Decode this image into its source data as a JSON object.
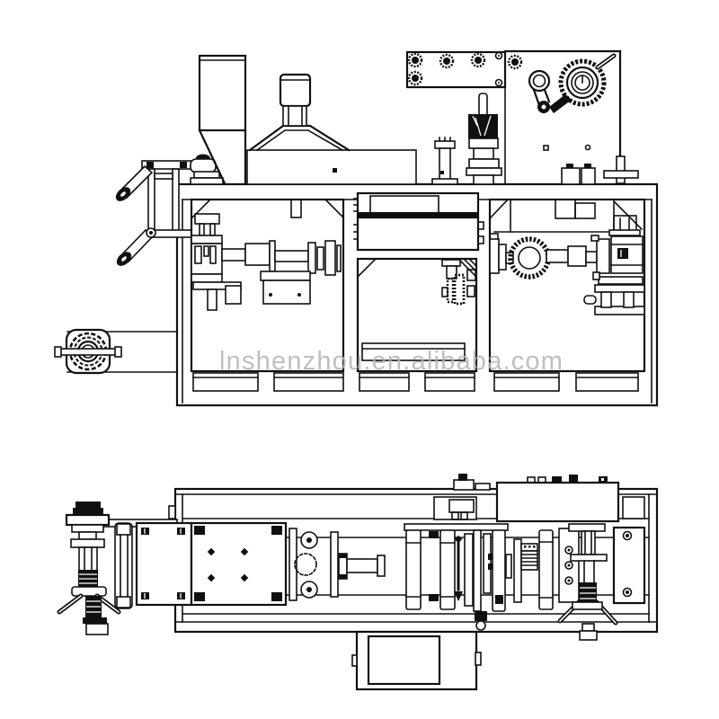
{
  "watermark": {
    "text": "lnshenzhou.en.alibaba.com"
  },
  "colors": {
    "background": "#ffffff",
    "line": "#101010",
    "watermark": "#b5b5b5"
  },
  "drawing": {
    "type": "technical-line-drawing",
    "views": [
      "front-elevation",
      "plan-view"
    ]
  }
}
